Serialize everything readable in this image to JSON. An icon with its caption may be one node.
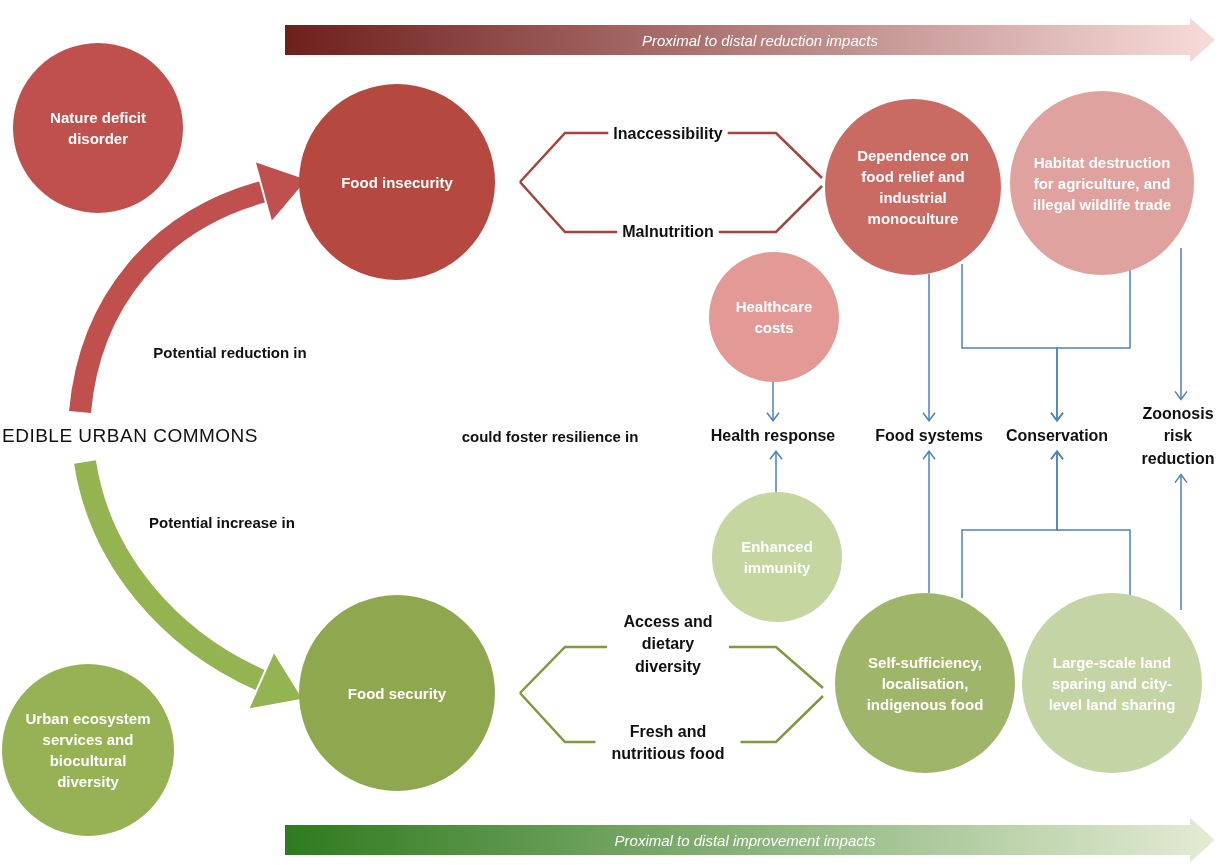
{
  "diagram": {
    "nodes": [
      {
        "text": [
          "Nature deficit disorder"
        ]
      },
      {
        "text": [
          "Food insecurity"
        ]
      },
      {
        "text": [
          "Inaccessibility"
        ]
      },
      {
        "text": [
          "Malnutrition"
        ]
      },
      {
        "text": [
          "Dependence on food relief and industrial monoculture"
        ]
      },
      {
        "text": [
          "Habitat destruction for agriculture, and illegal wildlife trade"
        ]
      },
      {
        "text": [
          "Healthcare costs"
        ]
      },
      {
        "text": [
          "EDIBLE URBAN COMMONS"
        ]
      },
      {
        "text": [
          "Health response"
        ]
      },
      {
        "text": [
          "Food systems"
        ]
      },
      {
        "text": [
          "Conservation"
        ]
      },
      {
        "text": [
          "Zoonosis risk reduction"
        ]
      },
      {
        "text": [
          "Enhanced immunity"
        ]
      },
      {
        "text": [
          "Food security"
        ]
      },
      {
        "text": [
          "Access and dietary diversity"
        ]
      },
      {
        "text": [
          "Fresh and nutritious food"
        ]
      },
      {
        "text": [
          "Self-sufficiency, localisation, indigenous food"
        ]
      },
      {
        "text": [
          "Large-scale land sparing and city-level land sharing"
        ]
      },
      {
        "text": [
          "Urban ecosystem services and biocultural diversity"
        ]
      }
    ],
    "edges": [
      {
        "from": 7,
        "to": 1,
        "arrow": "to",
        "style": "thick",
        "color": "#c0504d"
      },
      {
        "from": 7,
        "to": 13,
        "arrow": "to",
        "style": "thick",
        "color": "#93b450"
      },
      {
        "from": 1,
        "to": 2,
        "arrow": "none",
        "color": "#a8423d"
      },
      {
        "from": 1,
        "to": 3,
        "arrow": "none",
        "color": "#a8423d"
      },
      {
        "from": 2,
        "to": 4,
        "arrow": "none",
        "color": "#a8423d"
      },
      {
        "from": 3,
        "to": 4,
        "arrow": "none",
        "color": "#a8423d"
      },
      {
        "from": 13,
        "to": 14,
        "arrow": "none",
        "color": "#7e9a3c"
      },
      {
        "from": 13,
        "to": 15,
        "arrow": "none",
        "color": "#7e9a3c"
      },
      {
        "from": 14,
        "to": 16,
        "arrow": "none",
        "color": "#7e9a3c"
      },
      {
        "from": 15,
        "to": 16,
        "arrow": "none",
        "color": "#7e9a3c"
      },
      {
        "from": 6,
        "to": 8,
        "arrow": "to"
      },
      {
        "from": 12,
        "to": 8,
        "arrow": "to"
      },
      {
        "from": 4,
        "to": 9,
        "arrow": "to"
      },
      {
        "from": 4,
        "to": 10,
        "arrow": "to"
      },
      {
        "from": 5,
        "to": 10,
        "arrow": "to"
      },
      {
        "from": 5,
        "to": 11,
        "arrow": "to"
      },
      {
        "from": 16,
        "to": 9,
        "arrow": "to"
      },
      {
        "from": 16,
        "to": 10,
        "arrow": "to"
      },
      {
        "from": 17,
        "to": 10,
        "arrow": "to"
      },
      {
        "from": 17,
        "to": 11,
        "arrow": "to"
      }
    ],
    "labels": [
      "Proximal to distal reduction impacts",
      "Potential reduction in",
      "could foster resilience in",
      "Potential increase in",
      "Proximal to distal improvement impacts"
    ]
  }
}
